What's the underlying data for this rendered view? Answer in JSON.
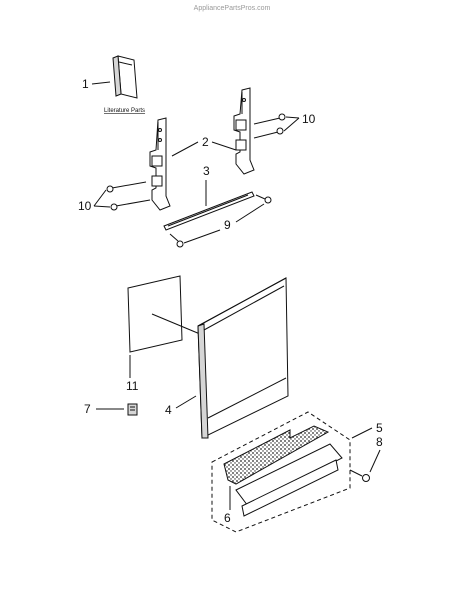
{
  "watermark": "AppliancePartsPros.com",
  "caption": "Literature Parts",
  "callouts": {
    "c1": "1",
    "c2": "2",
    "c3": "3",
    "c4": "4",
    "c5": "5",
    "c6": "6",
    "c7": "7",
    "c8": "8",
    "c9": "9",
    "c10_left": "10",
    "c10_right": "10",
    "c11": "11"
  },
  "colors": {
    "line": "#111111",
    "watermark": "#9a9a9a",
    "foam": "#2a2a2a"
  }
}
